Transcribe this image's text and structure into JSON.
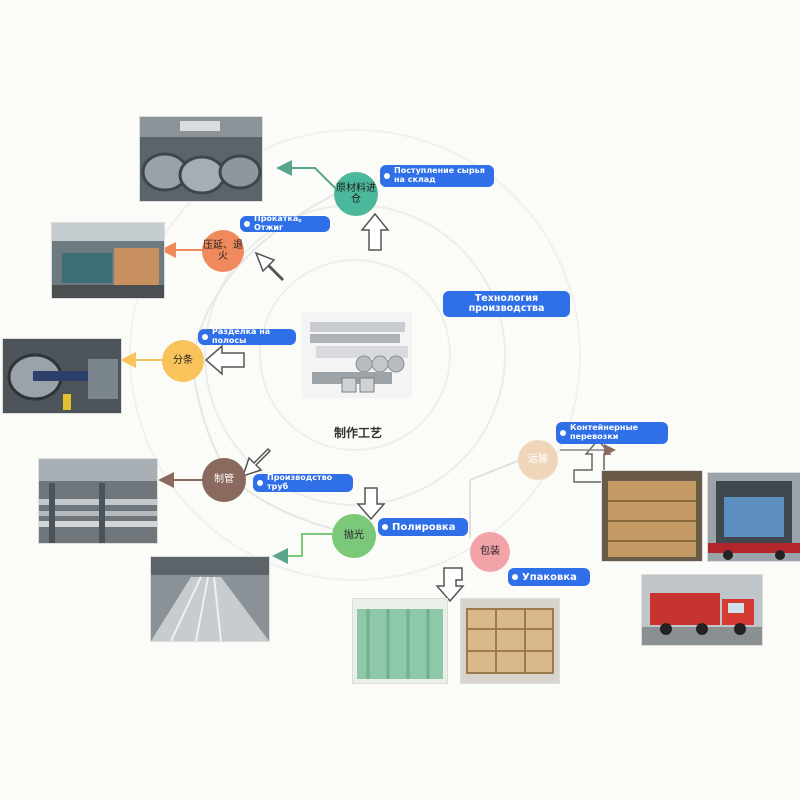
{
  "center": {
    "label": "制作工艺"
  },
  "title": "Технология производства",
  "steps": [
    {
      "node": "原材料进仓",
      "tag": "Поступление сырья на склад",
      "color": "#4bb79b"
    },
    {
      "node": "压延、退火",
      "tag": "Прокатка。Отжиг",
      "color": "#f08a5d"
    },
    {
      "node": "分条",
      "tag": "Разделка на полосы",
      "color": "#f8c35b"
    },
    {
      "node": "制管",
      "tag": "Производство труб",
      "color": "#8a6a5e"
    },
    {
      "node": "抛光",
      "tag": "Полировка",
      "color": "#7cc87a"
    },
    {
      "node": "包装",
      "tag": "Упаковка",
      "color": "#f2a3a8"
    },
    {
      "node": "运输",
      "tag": "Контейнерные перевозки",
      "color": "#f0d6b8"
    }
  ],
  "colors": {
    "tag_blue": "#2f6fe8",
    "arrow_green": "#5aa58f",
    "arrow_orange": "#f08a5d"
  }
}
